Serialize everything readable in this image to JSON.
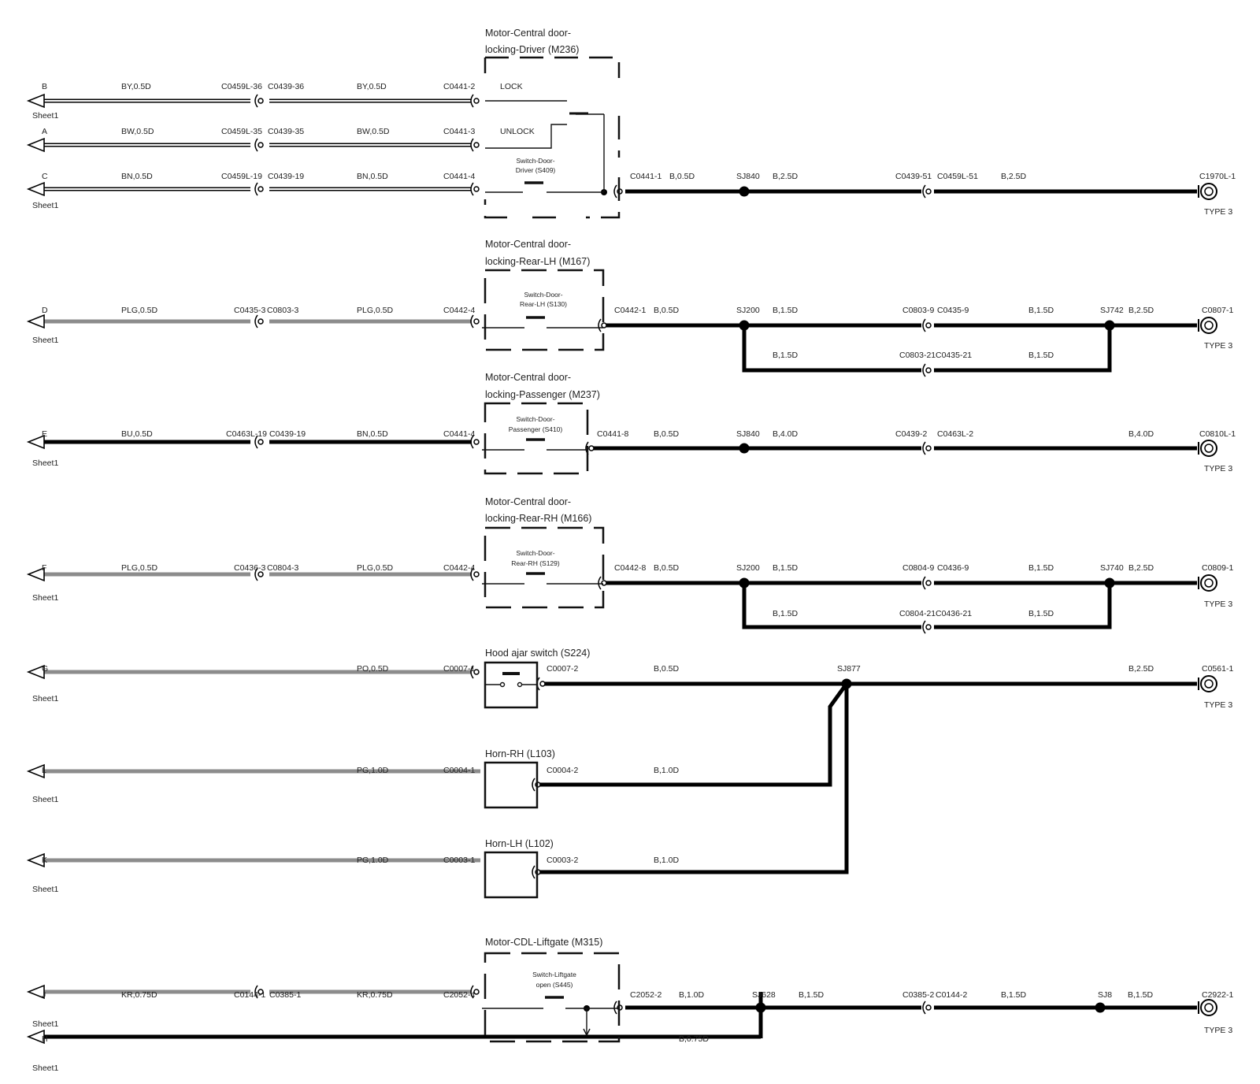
{
  "colors": {
    "black_wire": "#000000",
    "grey_wire": "#8c8c8c",
    "double_wire_fill": "#ffffff"
  },
  "rows": [
    {
      "id": "B",
      "label": "B",
      "sheet": "Sheet1",
      "wire_style": "double",
      "segments": [
        "BY,0.5D",
        "BY,0.5D"
      ],
      "inline_connectors": [
        "C0459L-36",
        "C0439-36"
      ],
      "component_pin": "C0441-2"
    },
    {
      "id": "A",
      "label": "A",
      "wire_style": "double",
      "segments": [
        "BW,0.5D",
        "BW,0.5D"
      ],
      "inline_connectors": [
        "C0459L-35",
        "C0439-35"
      ],
      "component_pin": "C0441-3"
    },
    {
      "id": "C",
      "label": "C",
      "sheet": "Sheet1",
      "wire_style": "double",
      "segments": [
        "BN,0.5D",
        "BN,0.5D"
      ],
      "inline_connectors": [
        "C0459L-19",
        "C0439-19"
      ],
      "component_pin": "C0441-4",
      "out_pin": "C0441-1",
      "right_labels": [
        "B,0.5D",
        "SJ840",
        "B,2.5D",
        "C0439-51",
        "C0459L-51",
        "B,2.5D"
      ],
      "ground": "C1970L-1",
      "ground_type": "TYPE 3"
    },
    {
      "id": "D",
      "label": "D",
      "sheet": "Sheet1",
      "wire_style": "grey",
      "segments": [
        "PLG,0.5D",
        "PLG,0.5D"
      ],
      "inline_connectors": [
        "C0435-3",
        "C0803-3"
      ],
      "component_pin": "C0442-4",
      "out_pin": "C0442-1",
      "right_labels": [
        "B,0.5D",
        "SJ200",
        "B,1.5D",
        "C0803-9",
        "C0435-9",
        "B,1.5D",
        "SJ742",
        "B,2.5D"
      ],
      "loop_labels": [
        "B,1.5D",
        "C0803-21",
        "C0435-21",
        "B,1.5D"
      ],
      "ground": "C0807-1",
      "ground_type": "TYPE 3"
    },
    {
      "id": "E",
      "label": "E",
      "sheet": "Sheet1",
      "wire_style": "black",
      "segments": [
        "BU,0.5D",
        "BN,0.5D"
      ],
      "inline_connectors": [
        "C0463L-19",
        "C0439-19"
      ],
      "component_pin": "C0441-4",
      "out_pin": "C0441-8",
      "right_labels": [
        "B,0.5D",
        "SJ840",
        "B,4.0D",
        "C0439-2",
        "C0463L-2",
        "B,4.0D"
      ],
      "ground": "C0810L-1",
      "ground_type": "TYPE 3"
    },
    {
      "id": "F",
      "label": "F",
      "sheet": "Sheet1",
      "wire_style": "grey",
      "segments": [
        "PLG,0.5D",
        "PLG,0.5D"
      ],
      "inline_connectors": [
        "C0436-3",
        "C0804-3"
      ],
      "component_pin": "C0442-4",
      "out_pin": "C0442-8",
      "right_labels": [
        "B,0.5D",
        "SJ200",
        "B,1.5D",
        "C0804-9",
        "C0436-9",
        "B,1.5D",
        "SJ740",
        "B,2.5D"
      ],
      "loop_labels": [
        "B,1.5D",
        "C0804-21",
        "C0436-21",
        "B,1.5D"
      ],
      "ground": "C0809-1",
      "ground_type": "TYPE 3"
    },
    {
      "id": "G",
      "label": "G",
      "sheet": "Sheet1",
      "wire_style": "grey",
      "segments": [
        "PO,0.5D"
      ],
      "component_pin": "C0007-1",
      "out_pin": "C0007-2",
      "right_labels": [
        "B,0.5D",
        "SJ877",
        "B,2.5D"
      ],
      "ground": "C0561-1",
      "ground_type": "TYPE 3"
    },
    {
      "id": "L",
      "label": "L",
      "sheet": "Sheet1",
      "wire_style": "grey",
      "segments": [
        "PG,1.0D"
      ],
      "component_pin": "C0004-1",
      "out_pin": "C0004-2",
      "right_labels": [
        "B,1.0D"
      ]
    },
    {
      "id": "K",
      "label": "K",
      "sheet": "Sheet1",
      "wire_style": "grey",
      "segments": [
        "PG,1.0D"
      ],
      "component_pin": "C0003-1",
      "out_pin": "C0003-2",
      "right_labels": [
        "B,1.0D"
      ]
    },
    {
      "id": "J",
      "label": "J",
      "sheet": "Sheet1",
      "wire_style": "grey",
      "segments": [
        "KR,0.75D",
        "KR,0.75D"
      ],
      "inline_connectors": [
        "C0144-1",
        "C0385-1"
      ],
      "component_pin": "C2052-4",
      "out_pin": "C2052-2",
      "right_labels": [
        "B,1.0D",
        "SJ628",
        "B,1.5D",
        "C0385-2",
        "C0144-2",
        "B,1.5D",
        "SJ8",
        "B,1.5D"
      ],
      "ground": "C2922-1",
      "ground_type": "TYPE 3"
    },
    {
      "id": "H",
      "label": "H",
      "sheet": "Sheet1",
      "wire_style": "black",
      "right_labels": [
        "B,0.75D"
      ]
    }
  ],
  "components": {
    "driver": {
      "title_1": "Motor-Central door-",
      "title_2": "locking-Driver (M236)",
      "lock_label": "LOCK",
      "unlock_label": "UNLOCK",
      "switch_1": "Switch-Door-",
      "switch_2": "Driver (S409)"
    },
    "rear_lh": {
      "title_1": "Motor-Central door-",
      "title_2": "locking-Rear-LH (M167)",
      "switch_1": "Switch-Door-",
      "switch_2": "Rear-LH (S130)"
    },
    "passenger": {
      "title_1": "Motor-Central door-",
      "title_2": "locking-Passenger (M237)",
      "switch_1": "Switch-Door-",
      "switch_2": "Passenger (S410)"
    },
    "rear_rh": {
      "title_1": "Motor-Central door-",
      "title_2": "locking-Rear-RH (M166)",
      "switch_1": "Switch-Door-",
      "switch_2": "Rear-RH (S129)"
    },
    "hood": {
      "title": "Hood ajar switch (S224)"
    },
    "horn_rh": {
      "title": "Horn-RH (L103)"
    },
    "horn_lh": {
      "title": "Horn-LH (L102)"
    },
    "liftgate": {
      "title": "Motor-CDL-Liftgate (M315)",
      "switch_1": "Switch-Liftgate",
      "switch_2": "open (S445)"
    }
  }
}
